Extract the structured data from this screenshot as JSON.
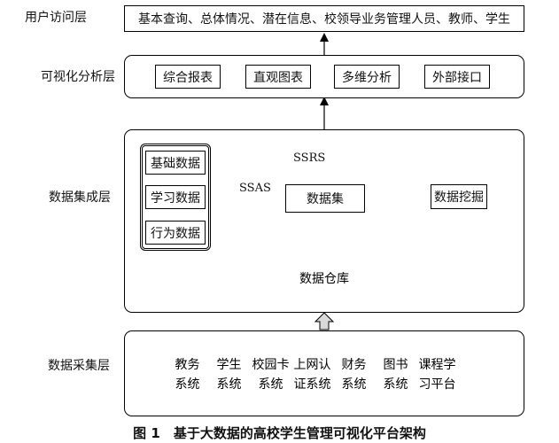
{
  "layers": {
    "access": {
      "label": "用户访问层",
      "content": "基本查询、总体情况、潜在信息、校领导业务管理人员、教师、学生"
    },
    "visual": {
      "label": "可视化分析层",
      "items": [
        "综合报表",
        "直观图表",
        "多维分析",
        "外部接口"
      ]
    },
    "integration": {
      "label": "数据集成层",
      "sources": [
        "基础数据",
        "学习数据",
        "行为数据"
      ],
      "ssas": "SSAS",
      "ssrs": "SSRS",
      "dataset": "数据集",
      "mining": "数据挖掘",
      "warehouse": "数据仓库"
    },
    "collection": {
      "label": "数据采集层",
      "systems": [
        [
          "教务",
          "系统"
        ],
        [
          "学生",
          "系统"
        ],
        [
          "校园卡",
          "系统"
        ],
        [
          "上网认",
          "证系统"
        ],
        [
          "财务",
          "系统"
        ],
        [
          "图书",
          "系统"
        ],
        [
          "课程学",
          "习平台"
        ]
      ]
    }
  },
  "caption": "图 1　基于大数据的高校学生管理可视化平台架构",
  "colors": {
    "cylinder_fill": "#a6a6a6",
    "arrow_fill": "#000000",
    "up_arrow_fill": "#d9d9d9"
  }
}
